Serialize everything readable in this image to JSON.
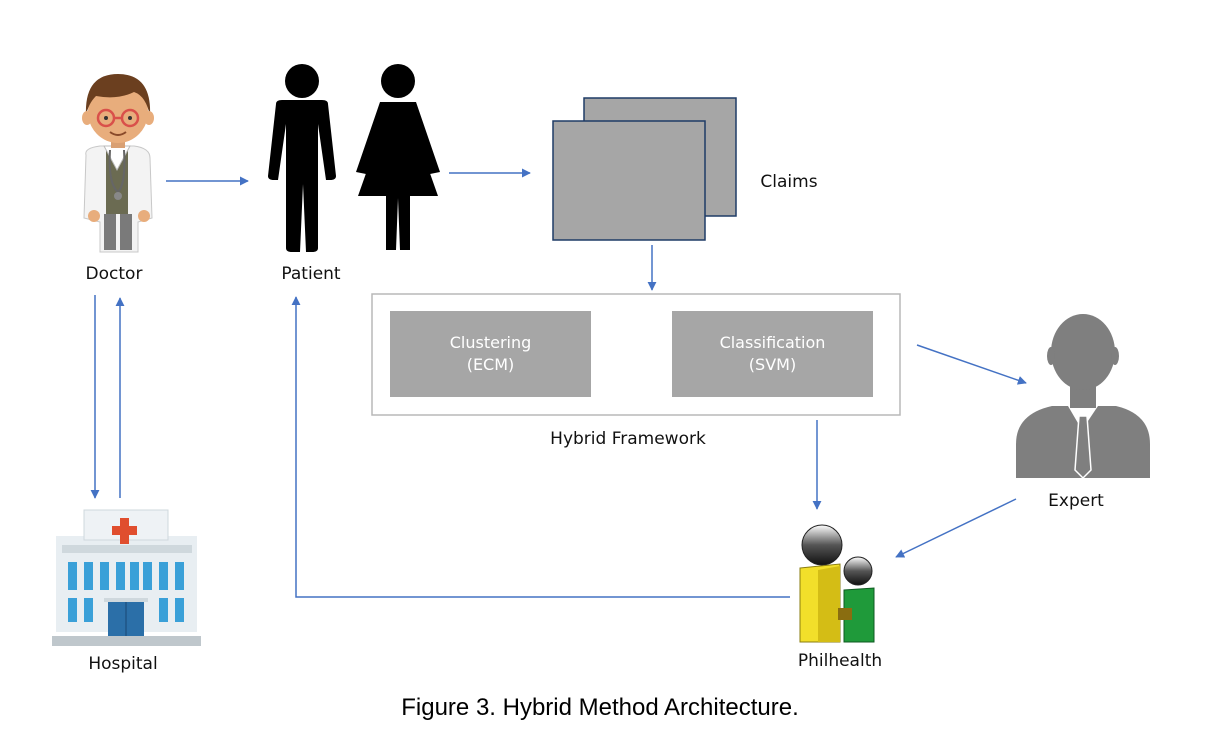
{
  "nodes": {
    "doctor": "Doctor",
    "patient": "Patient",
    "claims": "Claims",
    "hospital": "Hospital",
    "expert": "Expert",
    "philhealth": "Philhealth"
  },
  "framework": {
    "label": "Hybrid Framework",
    "clustering": {
      "line1": "Clustering",
      "line2": "(ECM)"
    },
    "classification": {
      "line1": "Classification",
      "line2": "(SVM)"
    }
  },
  "caption": "Figure 3. Hybrid Method Architecture.",
  "colors": {
    "arrow": "#4472c4",
    "process_box": "#a6a6a6",
    "claims_doc": "#a6a6a6",
    "figure": "#000000",
    "expert_silhouette": "#7f7f7f"
  }
}
